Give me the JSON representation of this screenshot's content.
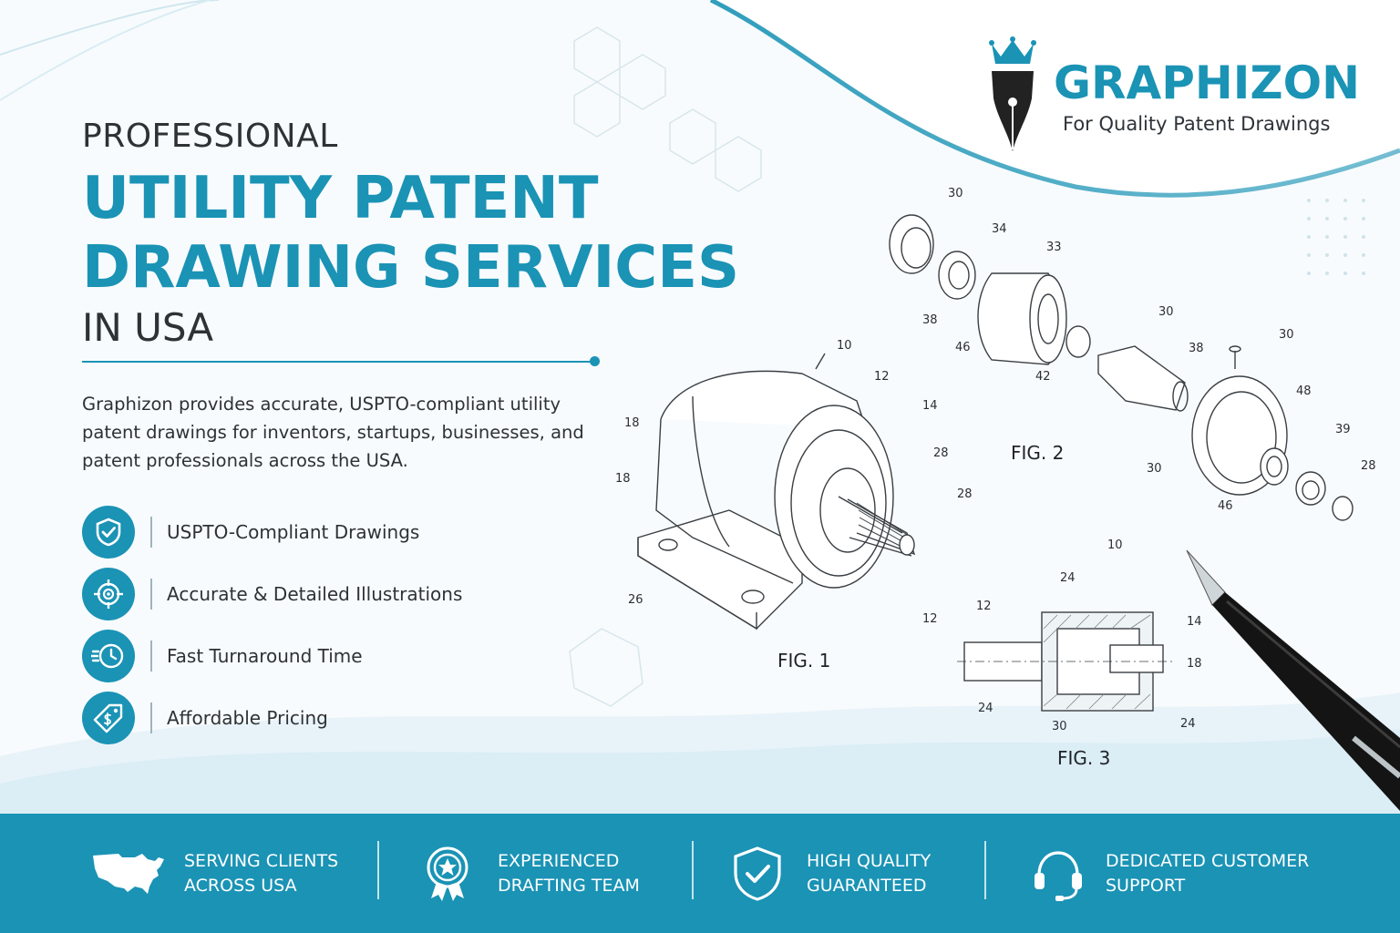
{
  "brand": {
    "name": "GRAPHIZON",
    "tagline": "For Quality Patent Drawings",
    "accent_color": "#1a93b5",
    "logo_icon": "crowned-fountain-pen-nib-icon"
  },
  "headline": {
    "pre": "PROFESSIONAL",
    "main_line1": "UTILITY PATENT",
    "main_line2": "DRAWING SERVICES",
    "post": "IN USA"
  },
  "intro": "Graphizon provides accurate, USPTO-compliant utility patent drawings for inventors, startups, businesses, and patent professionals across the USA.",
  "features": [
    {
      "icon": "shield-check-icon",
      "label": "USPTO-Compliant Drawings"
    },
    {
      "icon": "target-crosshair-icon",
      "label": "Accurate & Detailed Illustrations"
    },
    {
      "icon": "fast-clock-icon",
      "label": "Fast Turnaround Time"
    },
    {
      "icon": "price-tag-icon",
      "label": "Affordable Pricing"
    }
  ],
  "figures": {
    "fig1": {
      "label": "FIG. 1",
      "refs": [
        "10",
        "12",
        "14",
        "18",
        "18",
        "28",
        "28",
        "26"
      ]
    },
    "fig2": {
      "label": "FIG. 2",
      "refs": [
        "30",
        "34",
        "33",
        "38",
        "46",
        "42",
        "30",
        "38",
        "30",
        "48",
        "39",
        "30",
        "28",
        "46"
      ]
    },
    "fig3": {
      "label": "FIG. 3",
      "refs": [
        "10",
        "24",
        "12",
        "12",
        "14",
        "18",
        "24",
        "30",
        "24"
      ]
    }
  },
  "footer": {
    "background_color": "#1a93b5",
    "items": [
      {
        "icon": "usa-map-icon",
        "line1": "SERVING CLIENTS",
        "line2": "ACROSS USA"
      },
      {
        "icon": "award-badge-icon",
        "line1": "EXPERIENCED",
        "line2": "DRAFTING TEAM"
      },
      {
        "icon": "shield-check-icon",
        "line1": "HIGH QUALITY",
        "line2": "GUARANTEED"
      },
      {
        "icon": "headset-icon",
        "line1": "DEDICATED CUSTOMER",
        "line2": "SUPPORT"
      }
    ]
  }
}
